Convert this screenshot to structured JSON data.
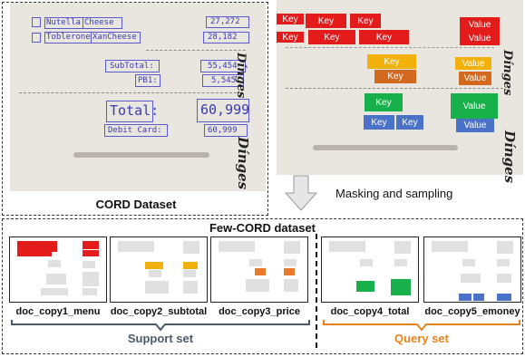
{
  "left_panel": {
    "title": "CORD Dataset",
    "receipt": {
      "row1_name_a": "Nutella",
      "row1_name_b": "Cheese",
      "row1_price": "27,272",
      "row2_name_a": "Toblerone",
      "row2_name_b": "XanCheese",
      "row2_price": "28,182",
      "subtotal_label": "SubTotal:",
      "subtotal_value": "55,454",
      "tax_label": "PB1:",
      "tax_value": "5,545",
      "total_label": "Total:",
      "total_value": "60,999",
      "debit_label": "Debit Card:",
      "debit_value": "60,999",
      "stamp_text": "Dínges"
    }
  },
  "right_panel": {
    "stamp_text": "Dínges",
    "key_label": "Key",
    "value_label": "Value",
    "fragment_label": "Key",
    "colors": {
      "menu": "#e31b1b",
      "subtotal": "#f2b10a",
      "price": "#d2691e",
      "total": "#18b04a",
      "emoney": "#4a72c8"
    }
  },
  "arrow_label": "Masking and sampling",
  "few_cord": {
    "title": "Few-CORD dataset",
    "support_label": "Support set",
    "query_label": "Query set",
    "support_color": "#4a5a6a",
    "query_color": "#e6821e",
    "docs": [
      {
        "name": "doc_copy1_menu"
      },
      {
        "name": "doc_copy2_subtotal"
      },
      {
        "name": "doc_copy3_price"
      },
      {
        "name": "doc_copy4_total"
      },
      {
        "name": "doc_copy5_emoney"
      }
    ]
  }
}
